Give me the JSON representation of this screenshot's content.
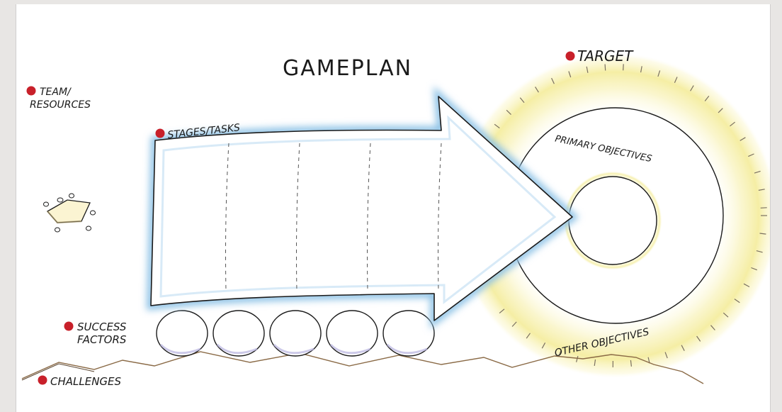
{
  "title": "GAMEPLAN",
  "labels": {
    "target": "TARGET",
    "team_line1": "TEAM/",
    "team_line2": "RESOURCES",
    "stages": "STAGES/TASKS",
    "success_line1": "SUCCESS",
    "success_line2": "FACTORS",
    "challenges": "CHALLENGES",
    "primary": "PRIMARY OBJECTIVES",
    "other": "OTHER OBJECTIVES"
  },
  "colors": {
    "bullet": "#c8202a",
    "arrow_edge": "#8fc3e6",
    "target_glow": "#f4ec9a",
    "mountain": "#8a6a46"
  },
  "icons": {
    "team": "table-with-chairs-icon",
    "bullets": "red-dot-icon"
  },
  "success_ellipse_count": 5,
  "stage_divider_count": 4
}
